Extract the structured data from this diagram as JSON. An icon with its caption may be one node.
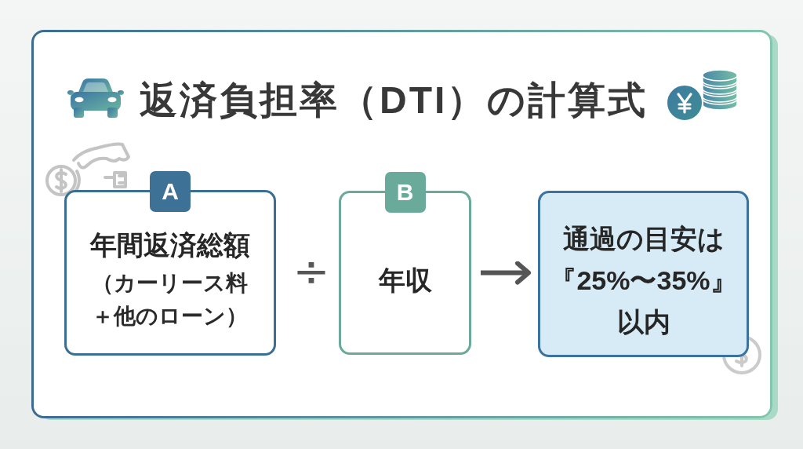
{
  "diagram": {
    "title": "返済負担率（DTI）の計算式",
    "nodes": [
      {
        "text": [
          "A",
          "年間返済総額",
          "（カーリース料＋他のローン）"
        ]
      },
      {
        "text": [
          "B",
          "年収"
        ]
      },
      {
        "text": [
          "通過の目安は『25%〜35%』以内"
        ]
      }
    ],
    "edges": [
      {
        "from": 1,
        "to": 2,
        "arrow": "to"
      }
    ],
    "labels": [
      "÷"
    ]
  }
}
